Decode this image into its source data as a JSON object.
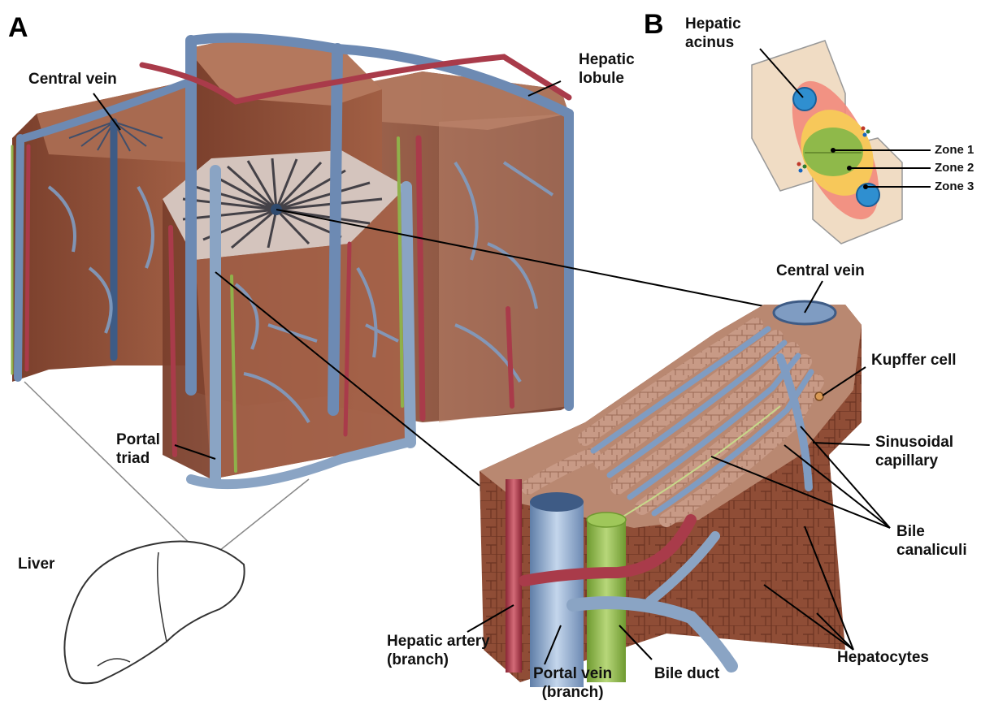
{
  "panels": {
    "a": "A",
    "b": "B"
  },
  "labels": {
    "central_vein_a": "Central vein",
    "hepatic_lobule": [
      "Hepatic",
      "lobule"
    ],
    "hepatic_acinus": [
      "Hepatic",
      "acinus"
    ],
    "portal_triad": [
      "Portal",
      "triad"
    ],
    "liver": "Liver",
    "central_vein_detail": "Central vein",
    "kupffer_cell": "Kupffer cell",
    "sinusoidal_capillary": [
      "Sinusoidal",
      "capillary"
    ],
    "bile_canaliculi": [
      "Bile",
      "canaliculi"
    ],
    "hepatocytes": "Hepatocytes",
    "hepatic_artery_branch": [
      "Hepatic artery",
      "(branch)"
    ],
    "portal_vein_branch": [
      "Portal vein",
      "(branch)"
    ],
    "bile_duct": "Bile duct",
    "zone_1": "Zone 1",
    "zone_2": "Zone 2",
    "zone_3": "Zone 3"
  },
  "colors": {
    "tissue": "#8a4a34",
    "tissue_light": "#a9654c",
    "tissue_top": "#b77b61",
    "vein": "#8aa4c4",
    "vein_dark": "#2f4a6e",
    "artery": "#a93b4a",
    "bile": "#8fb14a",
    "acinus_bg": "#f0dcc4",
    "zone1": "#8fb94a",
    "zone2": "#f7c85a",
    "zone3": "#f28a7c",
    "central_dot": "#2f8fd0"
  }
}
